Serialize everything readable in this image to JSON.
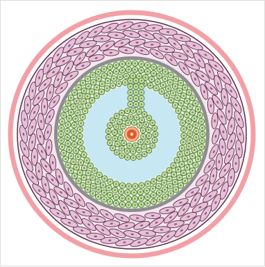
{
  "colors": {
    "outer_ring": "#f2a0a6",
    "pink_cell_fill": "#e7bfd9",
    "pink_cell_stroke": "#5a2d46",
    "pink_cell_nucleus": "#8a5a78",
    "green_band": "#8e8e8e",
    "green_cell_fill": "#c6dea8",
    "green_cell_stroke": "#3f6b2a",
    "green_cell_dot": "#6f9b4a",
    "light_blue": "#c7e7f2",
    "center_outer": "#f3b58c",
    "center_core": "#e25a2a",
    "center_dot": "#fbe3d2",
    "background": "#ffffff"
  },
  "icons": {
    "outer_ring": "pink-ring",
    "pink_cells": "pink-cell",
    "green_cells": "green-cell",
    "central_core": "orange-core"
  }
}
